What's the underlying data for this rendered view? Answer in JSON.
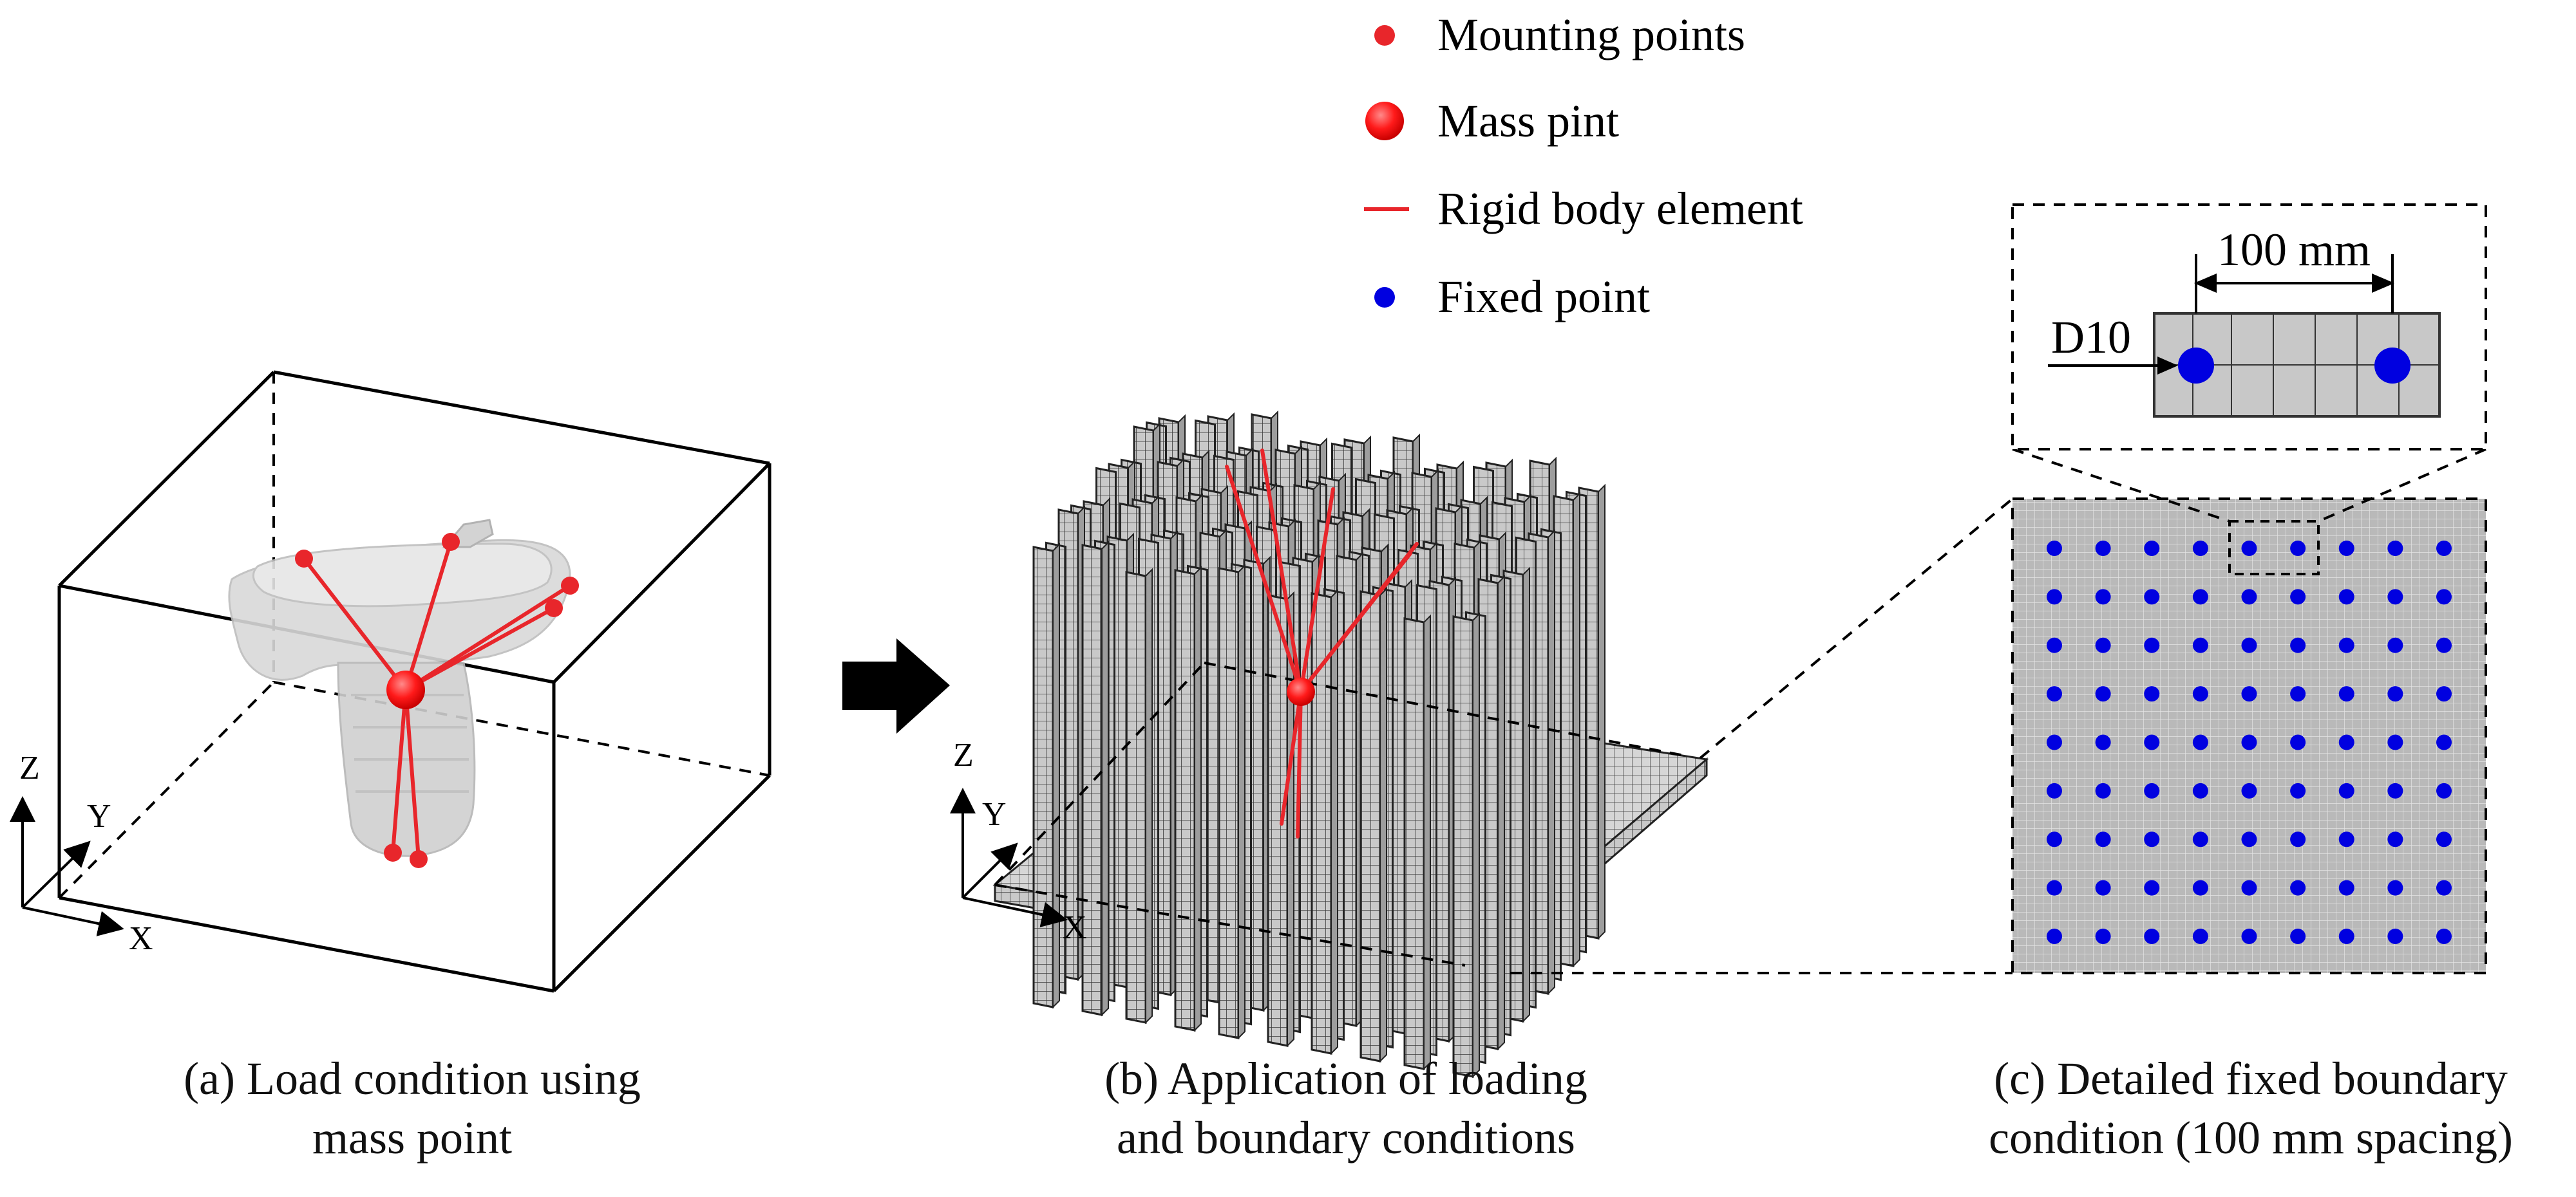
{
  "legend": {
    "mounting_points": "Mounting points",
    "mass_point": "Mass pint",
    "rigid_body_element": "Rigid body element",
    "fixed_point": "Fixed point"
  },
  "panel_a": {
    "axis_z": "Z",
    "axis_y": "Y",
    "axis_x": "X",
    "caption_line1": "(a) Load condition using",
    "caption_line2": "mass point"
  },
  "panel_b": {
    "axis_z": "Z",
    "axis_y": "Y",
    "axis_x": "X",
    "caption_line1": "(b) Application of loading",
    "caption_line2": "and boundary conditions"
  },
  "panel_c": {
    "dimension_label": "100 mm",
    "bolt_label": "D10",
    "fixed_point_grid": "9 x 9",
    "caption_line1": "(c) Detailed fixed boundary",
    "caption_line2": "condition (100 mm spacing)"
  },
  "colors": {
    "mounting": "#e8262b",
    "rigid": "#e8262b",
    "fixed": "#0000e0",
    "mesh_fill": "#c8c8c8",
    "mesh_line": "#444444"
  }
}
